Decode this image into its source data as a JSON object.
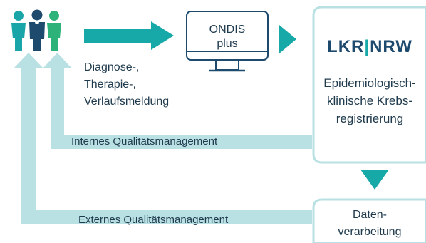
{
  "colors": {
    "teal": "#17a8a8",
    "light_teal": "#b9e1e3",
    "navy": "#1e4a6e",
    "dark_text": "#1f3a4d",
    "green": "#2db37a",
    "person_teal": "#1aa6a8"
  },
  "people_icons": [
    "person-teal-icon",
    "person-navy-icon",
    "person-green-icon"
  ],
  "monitor": {
    "line1": "ONDIS",
    "line2": "plus"
  },
  "logo": {
    "left": "LKR",
    "separator": "|",
    "right": "NRW"
  },
  "registry": {
    "line1": "Epidemiologisch-",
    "line2": "klinische Krebs-",
    "line3": "registrierung"
  },
  "reporting": {
    "line1": "Diagnose-,",
    "line2": "Therapie-,",
    "line3": "Verlaufsmeldung"
  },
  "feedback": {
    "internal": "Internes Qualitätsmanagement",
    "external": "Externes Qualitätsmanagement"
  },
  "processing": {
    "line1": "Daten-",
    "line2": "verarbeitung"
  }
}
